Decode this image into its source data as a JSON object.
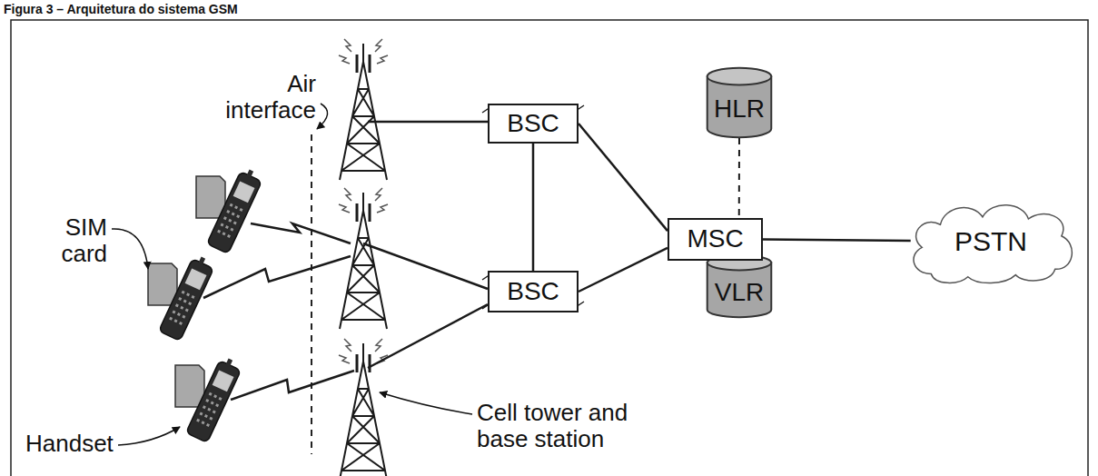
{
  "diagram": {
    "title": "Figura 3 – Arquitetura do sistema GSM",
    "nodes": [
      {
        "text": [
          "BSC"
        ]
      },
      {
        "text": [
          "BSC"
        ]
      },
      {
        "text": [
          "HLR"
        ]
      },
      {
        "text": [
          "MSC"
        ]
      },
      {
        "text": [
          "VLR"
        ]
      },
      {
        "text": [
          "PSTN"
        ]
      }
    ],
    "edges": [
      {
        "from": 0,
        "to": 1,
        "arrow": "none"
      },
      {
        "from": 0,
        "to": 3,
        "arrow": "none"
      },
      {
        "from": 1,
        "to": 3,
        "arrow": "none"
      },
      {
        "from": 2,
        "to": 3,
        "arrow": "none"
      },
      {
        "from": 3,
        "to": 5,
        "arrow": "none"
      }
    ],
    "labels": [
      "Air interface",
      "SIM card",
      "Handset",
      "Cell tower and base station"
    ]
  }
}
